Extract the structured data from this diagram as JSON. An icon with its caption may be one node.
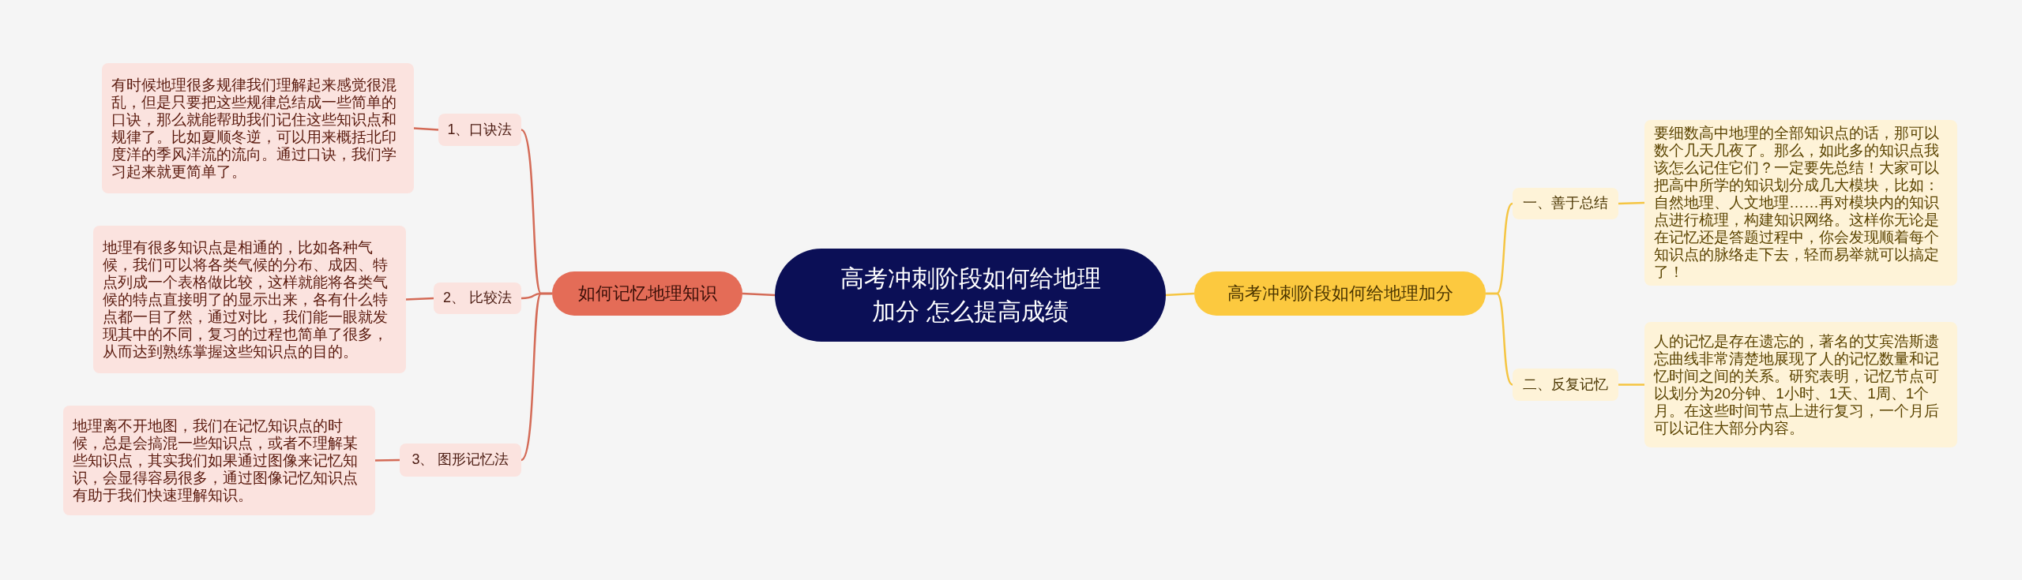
{
  "diagram": {
    "nodes": [
      {
        "text": [
          "高考冲刺阶段如何给地理加分 怎么提高成绩"
        ]
      },
      {
        "text": [
          "如何记忆地理知识"
        ]
      },
      {
        "text": [
          "1、口诀法"
        ]
      },
      {
        "text": [
          "2、 比较法"
        ]
      },
      {
        "text": [
          "3、 图形记忆法"
        ]
      },
      {
        "text": [
          "有时候地理很多规律我们理解起来感觉很混乱，但是只要把这些规律总结成一些简单的口诀，那么就能帮助我们记住这些知识点和规律了。比如夏顺冬逆，可以用来概括北印度洋的季风洋流的流向。通过口诀，我们学习起来就更简单了。"
        ]
      },
      {
        "text": [
          "地理有很多知识点是相通的，比如各种气候，我们可以将各类气候的分布、成因、特点列成一个表格做比较，这样就能将各类气候的特点直接明了的显示出来，各有什么特点都一目了然，通过对比，我们能一眼就发现其中的不同，复习的过程也简单了很多，从而达到熟练掌握这些知识点的目的。"
        ]
      },
      {
        "text": [
          "地理离不开地图，我们在记忆知识点的时候，总是会搞混一些知识点，或者不理解某些知识点，其实我们如果通过图像来记忆知识，会显得容易很多，通过图像记忆知识点有助于我们快速理解知识。"
        ]
      },
      {
        "text": [
          "高考冲刺阶段如何给地理加分"
        ]
      },
      {
        "text": [
          "一、善于总结"
        ]
      },
      {
        "text": [
          "二、反复记忆"
        ]
      },
      {
        "text": [
          "要细数高中地理的全部知识点的话，那可以数个几天几夜了。那么，如此多的知识点我该怎么记住它们？一定要先总结！大家可以把高中所学的知识划分成几大模块，比如：自然地理、人文地理……再对模块内的知识点进行梳理，构建知识网络。这样你无论是在记忆还是答题过程中，你会发现顺着每个知识点的脉络走下去，轻而易举就可以搞定了！"
        ]
      },
      {
        "text": [
          "人的记忆是存在遗忘的，著名的艾宾浩斯遗忘曲线非常清楚地展现了人的记忆数量和记忆时间之间的关系。研究表明，记忆节点可以划分为20分钟、1小时、1天、1周、1个月。在这些时间节点上进行复习，一个月后可以记住大部分内容。"
        ]
      }
    ],
    "edges": [
      {
        "from": 0,
        "to": 1,
        "arrow": "none"
      },
      {
        "from": 1,
        "to": 2,
        "arrow": "none"
      },
      {
        "from": 1,
        "to": 3,
        "arrow": "none"
      },
      {
        "from": 1,
        "to": 4,
        "arrow": "none"
      },
      {
        "from": 2,
        "to": 5,
        "arrow": "none"
      },
      {
        "from": 3,
        "to": 6,
        "arrow": "none"
      },
      {
        "from": 4,
        "to": 7,
        "arrow": "none"
      },
      {
        "from": 0,
        "to": 8,
        "arrow": "none",
        "color": "#f5c542"
      },
      {
        "from": 8,
        "to": 9,
        "arrow": "none",
        "color": "#f5c542"
      },
      {
        "from": 8,
        "to": 10,
        "arrow": "none",
        "color": "#f5c542"
      },
      {
        "from": 9,
        "to": 11,
        "arrow": "none",
        "color": "#f5c542"
      },
      {
        "from": 10,
        "to": 12,
        "arrow": "none",
        "color": "#f5c542"
      }
    ]
  }
}
